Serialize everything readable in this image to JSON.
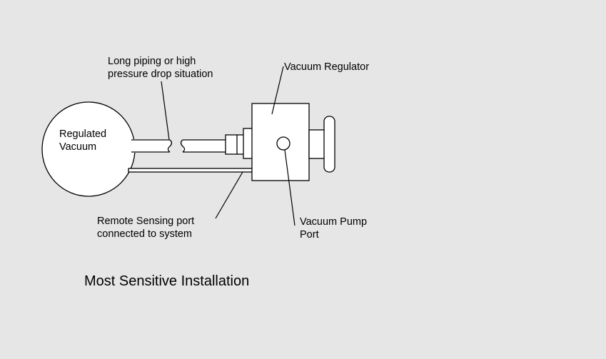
{
  "labels": {
    "long_piping": [
      "Long piping or high",
      "pressure drop situation"
    ],
    "vacuum_regulator": [
      "Vacuum Regulator"
    ],
    "regulated_vacuum": [
      "Regulated",
      "Vacuum"
    ],
    "remote_sensing": [
      "Remote Sensing port",
      "connected to system"
    ],
    "vacuum_pump_port": [
      "Vacuum Pump",
      "Port"
    ]
  },
  "caption": "Most Sensitive Installation",
  "colors": {
    "background": "#e6e6e6",
    "stroke": "#000000",
    "fill": "#ffffff"
  }
}
